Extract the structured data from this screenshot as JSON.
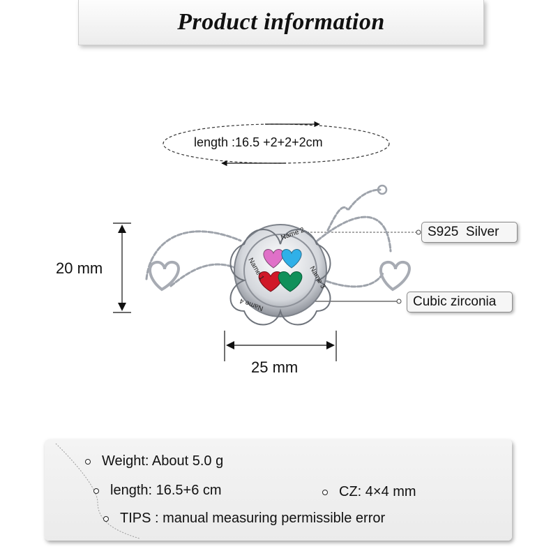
{
  "header": {
    "title": "Product information"
  },
  "length_ellipse": {
    "label": "length :16.5 +2+2+2cm"
  },
  "dimensions": {
    "height_label": "20 mm",
    "width_label": "25 mm"
  },
  "product": {
    "engravings": [
      "Name 1",
      "Name 2",
      "Name 3",
      "Name 4"
    ],
    "stone_colors": [
      "#e070c8",
      "#30b0e8",
      "#d01828",
      "#10905a"
    ]
  },
  "callouts": {
    "material": "S925  Silver",
    "stone": "Cubic zirconia"
  },
  "info": {
    "weight": "Weight: About 5.0 g",
    "length": "length: 16.5+6 cm",
    "cz": "CZ: 4×4 mm",
    "tips": "TIPS : manual measuring permissible error"
  },
  "colors": {
    "accent": "#111111",
    "silver": "#b8bcc4",
    "panel": "#efefef"
  }
}
